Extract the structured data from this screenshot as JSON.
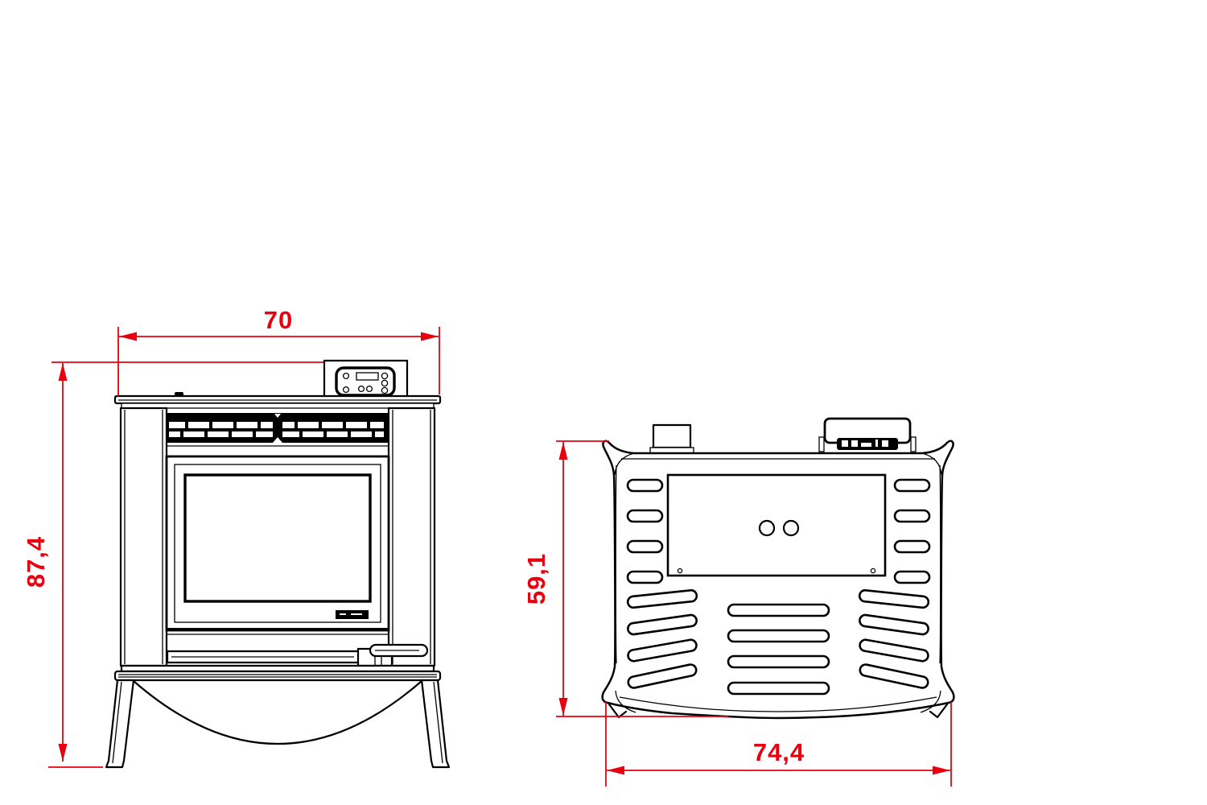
{
  "document": {
    "background_color": "#ffffff",
    "line_color": "#000000",
    "dimension_color": "#e8000f"
  },
  "front_view": {
    "width_label": "70",
    "height_label": "87,4"
  },
  "top_view": {
    "depth_label": "59,1",
    "width_label": "74,4"
  },
  "icons": {
    "dimension_arrow": "filled-triangle-arrowhead"
  }
}
